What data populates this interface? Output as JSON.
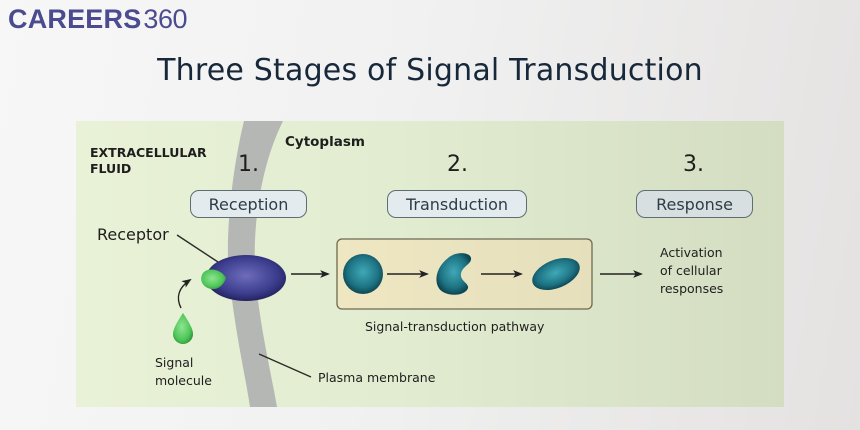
{
  "brand": {
    "word": "CAREERS",
    "number": "360",
    "color": "#4b4b8f"
  },
  "title": "Three Stages of Signal Transduction",
  "diagram": {
    "regions": {
      "extracellular": [
        "EXTRACELLULAR",
        "FLUID"
      ],
      "cytoplasm": "Cytoplasm"
    },
    "stages": [
      {
        "number": "1.",
        "label": "Reception"
      },
      {
        "number": "2.",
        "label": "Transduction"
      },
      {
        "number": "3.",
        "label": "Response"
      }
    ],
    "labels": {
      "receptor": "Receptor",
      "signal_molecule": [
        "Signal",
        "molecule"
      ],
      "plasma_membrane": "Plasma membrane",
      "pathway": "Signal-transduction pathway",
      "response": [
        "Activation",
        "of cellular",
        "responses"
      ]
    },
    "colors": {
      "panel": "#e6efd3",
      "membrane": "#b4b6b4",
      "receptor": "#3d3d8f",
      "signal": "#4fc65a",
      "relay": "#1d7282",
      "pathway_box": "#ebe4bf",
      "title": "#17283a"
    }
  }
}
